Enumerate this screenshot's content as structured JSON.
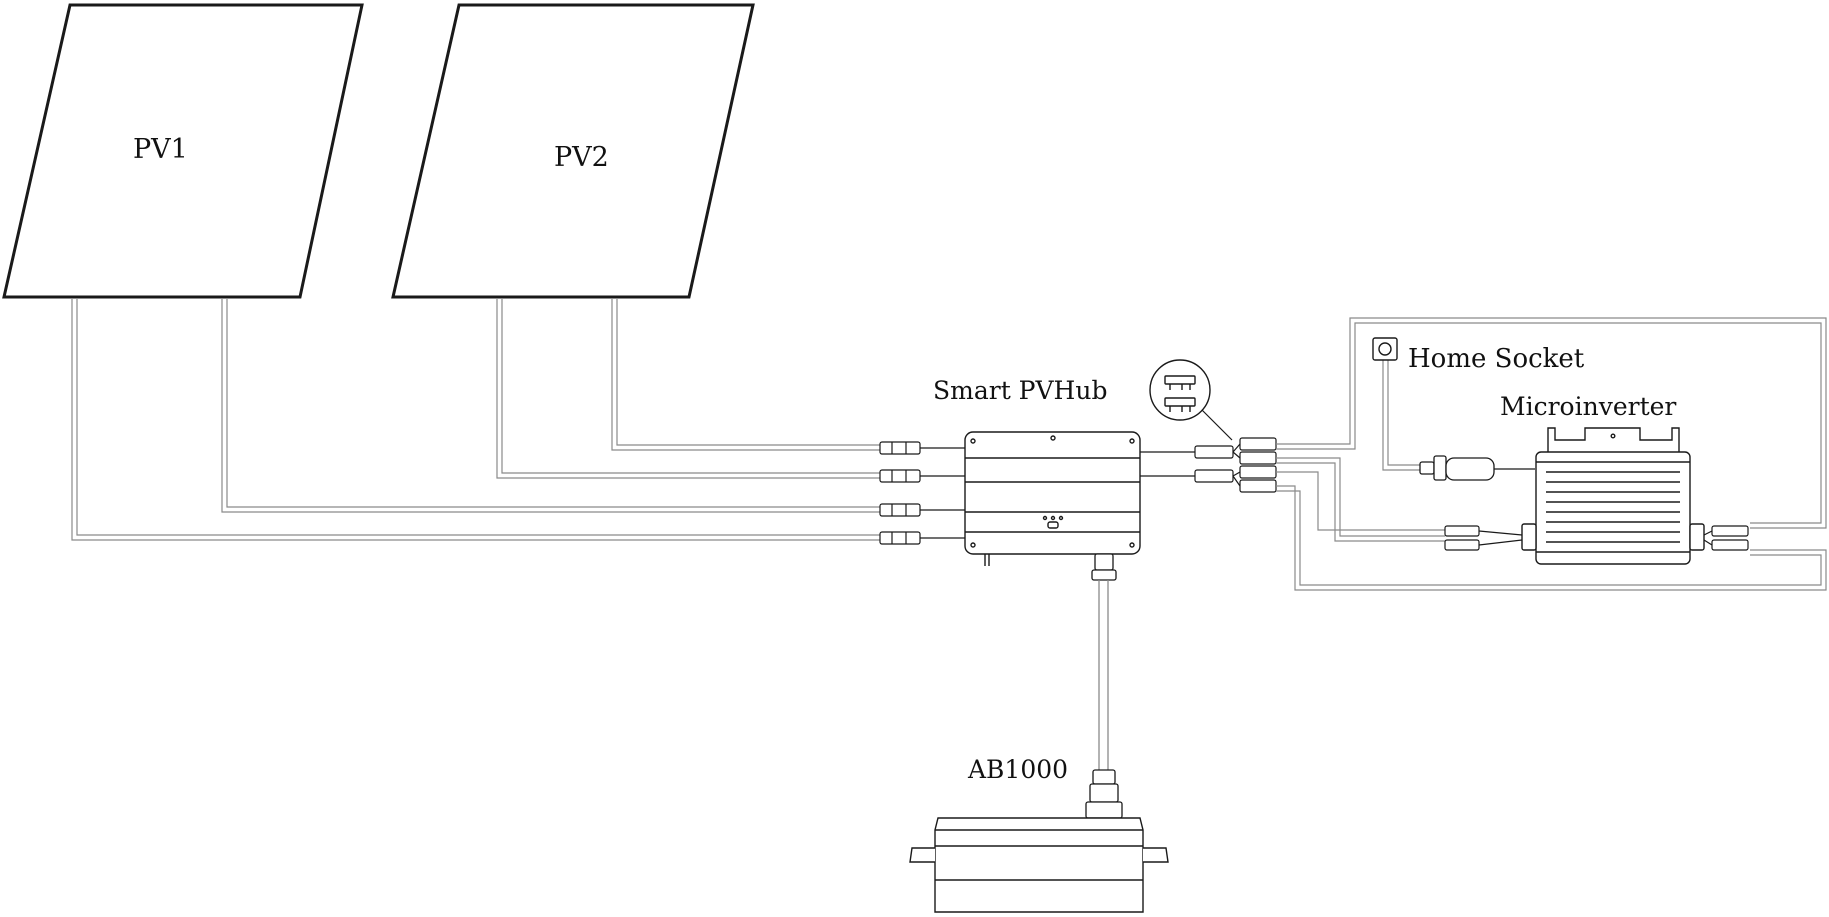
{
  "labels": {
    "pv1": "PV1",
    "pv2": "PV2",
    "hub": "Smart PVHub",
    "socket": "Home Socket",
    "microinverter": "Microinverter",
    "battery": "AB1000"
  },
  "colors": {
    "line": "#1a1a1a",
    "wire": "#7a7a7a",
    "background": "#ffffff"
  }
}
